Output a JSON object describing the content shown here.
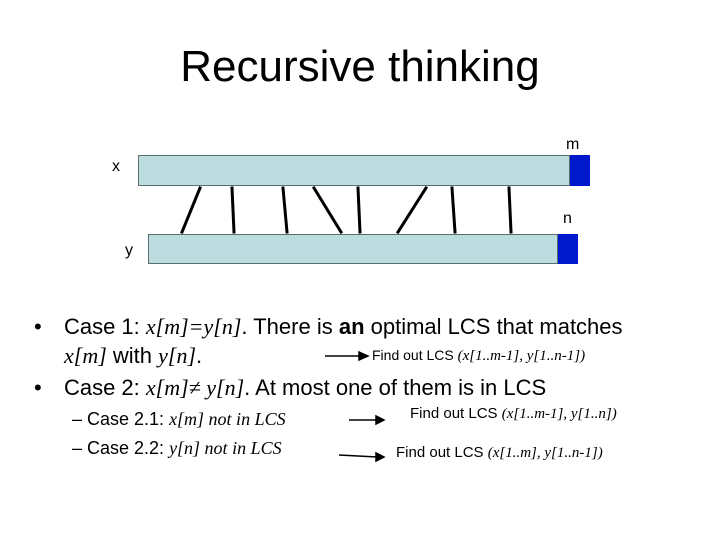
{
  "title": "Recursive thinking",
  "diagram": {
    "label_x": "x",
    "label_y": "y",
    "label_m": "m",
    "label_n": "n",
    "colors": {
      "bar_fill": "#bcdcdf",
      "bar_end": "#0019cc",
      "line": "#000000"
    }
  },
  "bullets": {
    "case1": {
      "lead": "Case 1: ",
      "eq": "x[m]=y[n]",
      "t1": ". There is ",
      "an": "an",
      "t2": " optimal LCS that matches",
      "l2_a": "x[m]",
      "l2_b": " with ",
      "l2_c": "y[n]",
      "l2_d": ".",
      "result_plain": "Find out LCS ",
      "result_it": "(x[1..m-1], y[1..n-1])"
    },
    "case2": {
      "lead": "Case 2: ",
      "neq": "x[m]≠ y[n]",
      "tail": ". At most one of them is in LCS",
      "sub1": {
        "dash": "– ",
        "lead": "Case 2.1: ",
        "it": "x[m] not in LCS",
        "result_plain": "Find out LCS ",
        "result_it": "(x[1..m-1], y[1..n])"
      },
      "sub2": {
        "dash": "– ",
        "lead": "Case 2.2: ",
        "it": "y[n] not in LCS",
        "result_plain": "Find out LCS ",
        "result_it": "(x[1..m], y[1..n-1])"
      }
    }
  }
}
